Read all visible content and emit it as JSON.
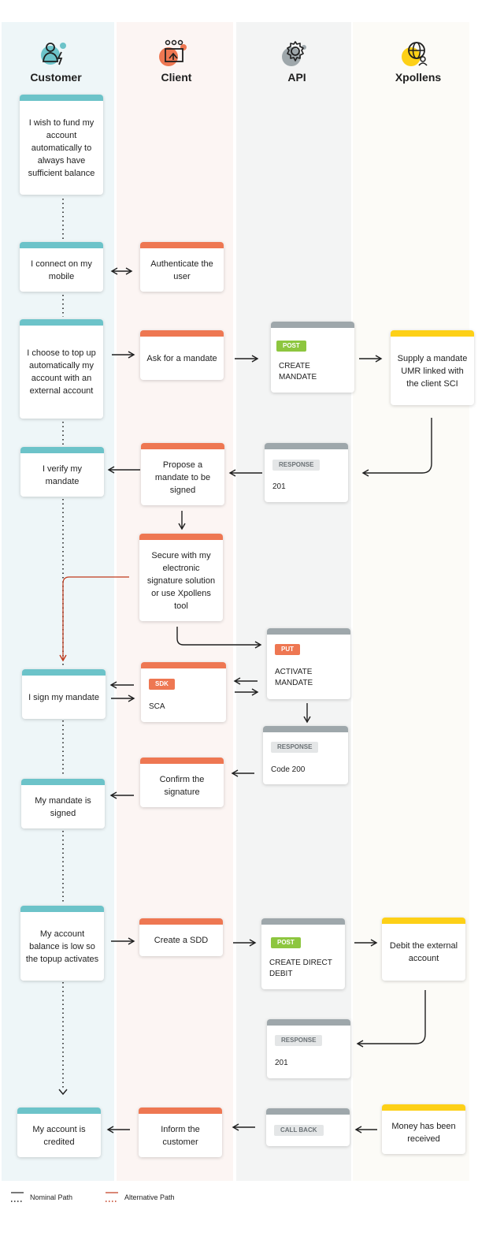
{
  "lanes": [
    {
      "title": "Customer",
      "icon": "customer-icon",
      "color": "#eef6f8"
    },
    {
      "title": "Client",
      "icon": "client-icon",
      "color": "#fcf5f3"
    },
    {
      "title": "API",
      "icon": "gear-icon",
      "color": "#f3f4f4"
    },
    {
      "title": "Xpollens",
      "icon": "globe-icon",
      "color": "#fcfbf7"
    }
  ],
  "colors": {
    "teal": "#6cc3c9",
    "orange": "#ee7752",
    "gray": "#9ea7ab",
    "yellow": "#fdd017",
    "green": "#8dc63f",
    "red": "#c0391b"
  },
  "customer": {
    "wish": "I wish to fund my account automatically to always have sufficient balance",
    "connect": "I connect on my mobile",
    "choose": "I choose to top up automatically my account with an external account",
    "verify": "I verify my mandate",
    "sign": "I sign my mandate",
    "signed": "My mandate is signed",
    "low": "My account balance is low so the topup activates",
    "credited": "My account is credited"
  },
  "client": {
    "auth": "Authenticate the user",
    "ask": "Ask for a mandate",
    "propose": "Propose a mandate to be signed",
    "secure": "Secure with my electronic signature solution or use Xpollens tool",
    "sdk_pill": "SDK",
    "sdk_label": "SCA",
    "confirm": "Confirm the signature",
    "sdd": "Create a SDD",
    "inform": "Inform the customer"
  },
  "api": {
    "post1_pill": "POST",
    "post1_label": "CREATE MANDATE",
    "resp1_pill": "RESPONSE",
    "resp1_label": "201",
    "put_pill": "PUT",
    "put_label": "ACTIVATE MANDATE",
    "resp2_pill": "RESPONSE",
    "resp2_label": "Code 200",
    "post2_pill": "POST",
    "post2_label": "CREATE DIRECT DEBIT",
    "resp3_pill": "RESPONSE",
    "resp3_label": "201",
    "callback_pill": "CALL BACK"
  },
  "xpollens": {
    "umr": "Supply a mandate UMR linked with the client SCI",
    "debit": "Debit the external account",
    "received": "Money has been received"
  },
  "legend": {
    "nominal": "Nominal Path",
    "alternative": "Alternative Path"
  }
}
